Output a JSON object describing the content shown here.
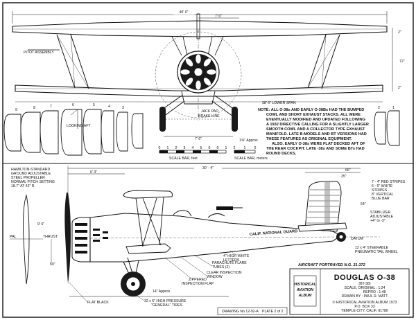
{
  "dimensions": {
    "top_span": "40' 0\"",
    "top_center": "7' 6\"",
    "lower_span": "38' 6\" LOWER SPAN",
    "height_2in": "2\"",
    "height_72": "72\"",
    "gear_track": "7' 6\"",
    "approx_1": "1⅜\" Approx.",
    "nose_length": "6' 3\"",
    "overall_length": "30' - 4\"",
    "tail_66": "66\"",
    "tail_25": "25\"",
    "prop_96": "9' 6\"",
    "height_59": "59\"",
    "tail_64": "64\"",
    "height_14": "14\" Approx."
  },
  "labels": {
    "pitot": "PITOT ASSEMBLY",
    "jack_pad": "JACK PAD",
    "brake_line": "BRAKE LINE",
    "looking_aft": "LOOKING AFT",
    "propeller": [
      "HAMILTON-STANDARD",
      "GROUND ADJUSTABLE",
      "STEEL PROPELLER",
      "NORMAL PITCH SETTING",
      "18.7\" AT 42\" R"
    ],
    "pal": "PAL",
    "thrust": "THRUST",
    "stripes": [
      "7 - 4\" RED STRIPES",
      "6 - 5\" WHITE",
      "STRIPES",
      "8\" VERTICAL",
      "BLUE BAR"
    ],
    "stabilizer": [
      "STABILIZER",
      "ADJUSTABLE",
      "+4° to -3°"
    ],
    "datum": "DATUM",
    "tail_wheel": [
      "12 x 4\" STEERABLE",
      "PNEUMATIC TAIL WHEEL"
    ],
    "letters": [
      "4\" HIGH WHITE",
      "LETTERS"
    ],
    "flare": [
      "PARACHUTE FLARE",
      "TUBES (2)"
    ],
    "window": [
      "CLEAR INSPECTION",
      "WINDOW"
    ],
    "zippered": [
      "ZIPPERED",
      "INSPECTION FLAP"
    ],
    "flat_black": "FLAT BLACK",
    "tires": [
      "32 x 6\" HIGH PRESSURE",
      "\"GENERAL\" TIRES"
    ],
    "portrayed": "AIRCRAFT PORTRAYED N.G. 31-372",
    "fuselage_text": "CALIF. NATIONAL GUARD"
  },
  "note": [
    "NOTE: ALL O-38s AND EARLY O-38Bs HAD THE BUMPED",
    "COWL AND SHORT EXHAUST STACKS. ALL WERE",
    "EVENTUALLY MODIFIED AND UPDATED FOLLOWING",
    "A 1932 DIRECTIVE CALLING FOR A SLIGHTLY LARGER",
    "SMOOTH COWL AND A COLLECTOR TYPE EXHAUST",
    "MANIFOLD. LATE B-MODELS AND BT VERSIONS HAD",
    "THESE FEATURES AS ORIGINAL EQUIPMENT.",
    "ALSO, EARLY O-38s WERE FLAT DECKED AFT OF",
    "THE REAR COCKPIT. LATE -38s AND SOME BTs HAD",
    "ROUND DECKS."
  ],
  "scale_bars": {
    "feet_ticks": [
      "0",
      "1",
      "2",
      "3",
      "4",
      "5",
      "6",
      "0",
      "1"
    ],
    "feet_label": "SCALE BAR, feet",
    "meters_ticks": [
      "2",
      "1",
      "0"
    ],
    "meters_label": "SCALE BAR, meters"
  },
  "section_numbers": [
    "9",
    "8",
    "7",
    "6",
    "5",
    "4",
    "3",
    "2",
    "1"
  ],
  "title_block": {
    "title": "DOUGLAS O-38",
    "subtitle": "(BT-38)",
    "scale_original": "SCALE, ORIGINAL : 1:24",
    "scale_repro": "REPRO : 1:48",
    "drawn_by": "DRAWN BY : PAUL R. MATT",
    "copyright": "© HISTORICAL AVIATION ALBUM 1973",
    "po_box": "P.O. BOX 33",
    "city": "TEMPLE CITY, CALIF. 91780",
    "drawing_no": "DRAWING No 12-92-A",
    "plate": "PLATE 2 of 2",
    "album_logo": "HISTORICAL AVIATION ALBUM"
  }
}
